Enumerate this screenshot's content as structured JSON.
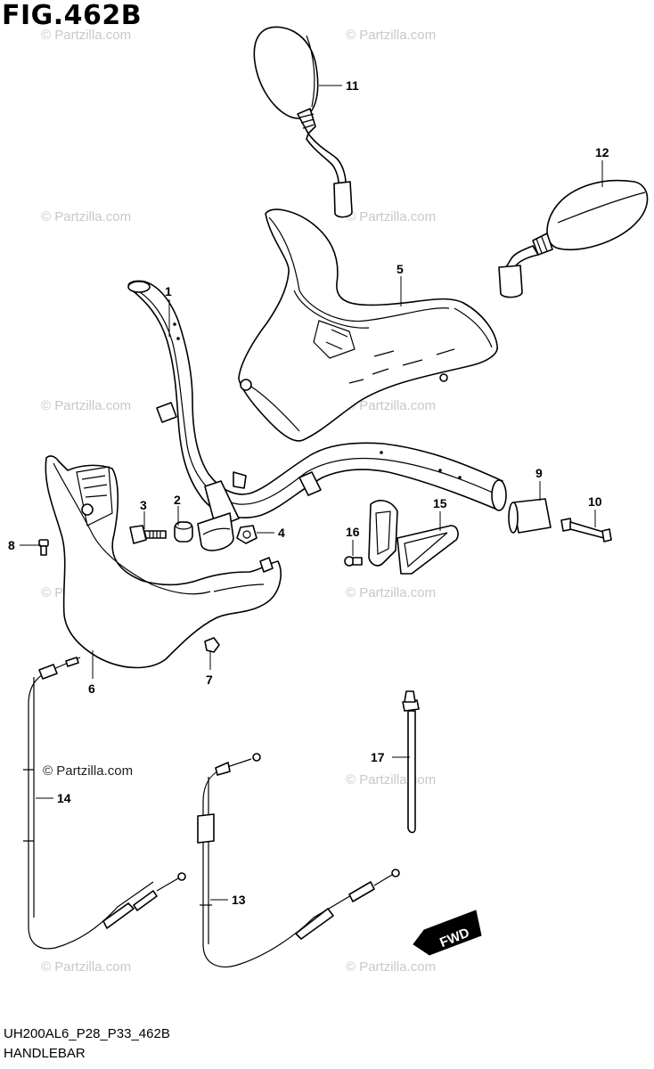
{
  "figure": {
    "title": "FIG.462B",
    "code": "UH200AL6_P28_P33_462B",
    "name": "HANDLEBAR"
  },
  "watermark": "© Partzilla.com",
  "fwd_label": "FWD",
  "callouts": [
    {
      "id": "1",
      "label": "1"
    },
    {
      "id": "2",
      "label": "2"
    },
    {
      "id": "3",
      "label": "3"
    },
    {
      "id": "4",
      "label": "4"
    },
    {
      "id": "5",
      "label": "5"
    },
    {
      "id": "6",
      "label": "6"
    },
    {
      "id": "7",
      "label": "7"
    },
    {
      "id": "8",
      "label": "8"
    },
    {
      "id": "9",
      "label": "9"
    },
    {
      "id": "10",
      "label": "10"
    },
    {
      "id": "11",
      "label": "11"
    },
    {
      "id": "12",
      "label": "12"
    },
    {
      "id": "13",
      "label": "13"
    },
    {
      "id": "14",
      "label": "14"
    },
    {
      "id": "15",
      "label": "15"
    },
    {
      "id": "16",
      "label": "16"
    },
    {
      "id": "17",
      "label": "17"
    }
  ]
}
